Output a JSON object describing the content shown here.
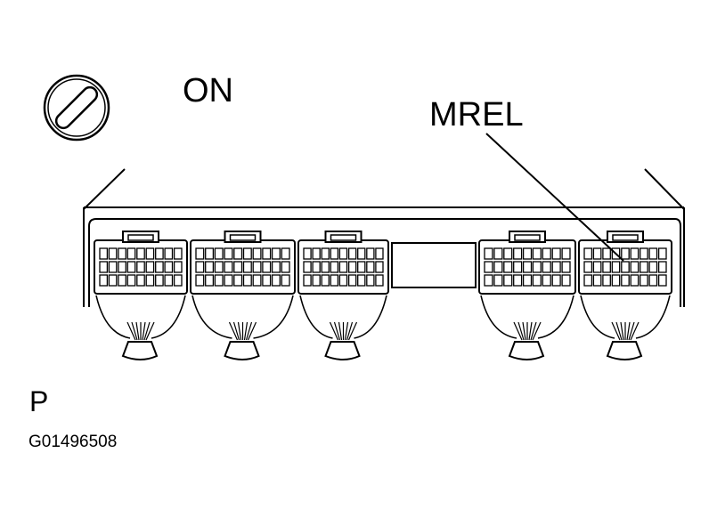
{
  "labels": {
    "ignition_state": "ON",
    "terminal_name": "MREL",
    "connector_side": "P",
    "figure_code": "G01496508"
  },
  "icons": {
    "ignition_switch": "ignition-switch-icon"
  },
  "colors": {
    "line": "#000000",
    "background": "#ffffff"
  }
}
